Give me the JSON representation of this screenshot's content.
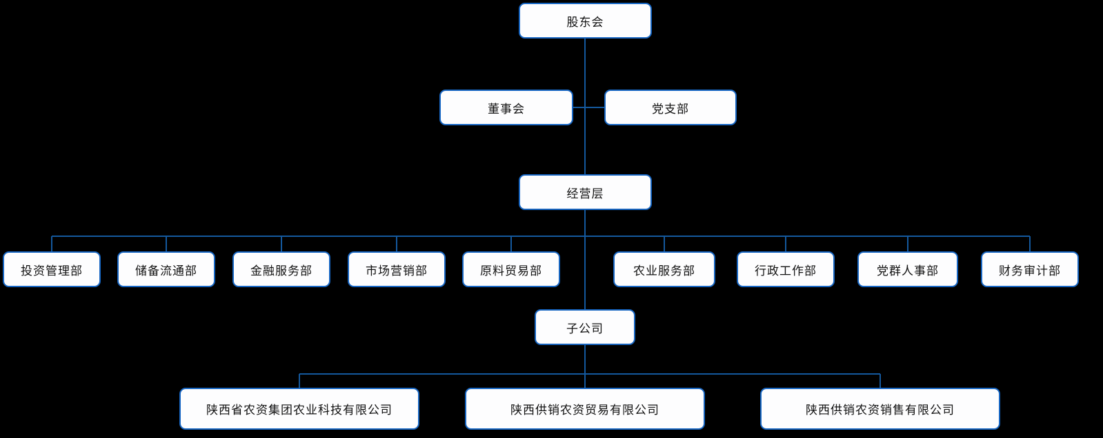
{
  "colors": {
    "background": "#000000",
    "node_fill": "#fdfdfe",
    "node_border": "#1766c3",
    "connector": "#14599e",
    "text": "#111111"
  },
  "org": {
    "root": {
      "label": "股东会"
    },
    "governance": [
      {
        "label": "董事会"
      },
      {
        "label": "党支部"
      }
    ],
    "management": {
      "label": "经营层"
    },
    "departments": [
      {
        "label": "投资管理部"
      },
      {
        "label": "储备流通部"
      },
      {
        "label": "金融服务部"
      },
      {
        "label": "市场营销部"
      },
      {
        "label": "原料贸易部"
      },
      {
        "label": "农业服务部"
      },
      {
        "label": "行政工作部"
      },
      {
        "label": "党群人事部"
      },
      {
        "label": "财务审计部"
      }
    ],
    "subsidiaries_node": {
      "label": "子公司"
    },
    "companies": [
      {
        "label": "陕西省农资集团农业科技有限公司"
      },
      {
        "label": "陕西供销农资贸易有限公司"
      },
      {
        "label": "陕西供销农资销售有限公司"
      }
    ]
  }
}
